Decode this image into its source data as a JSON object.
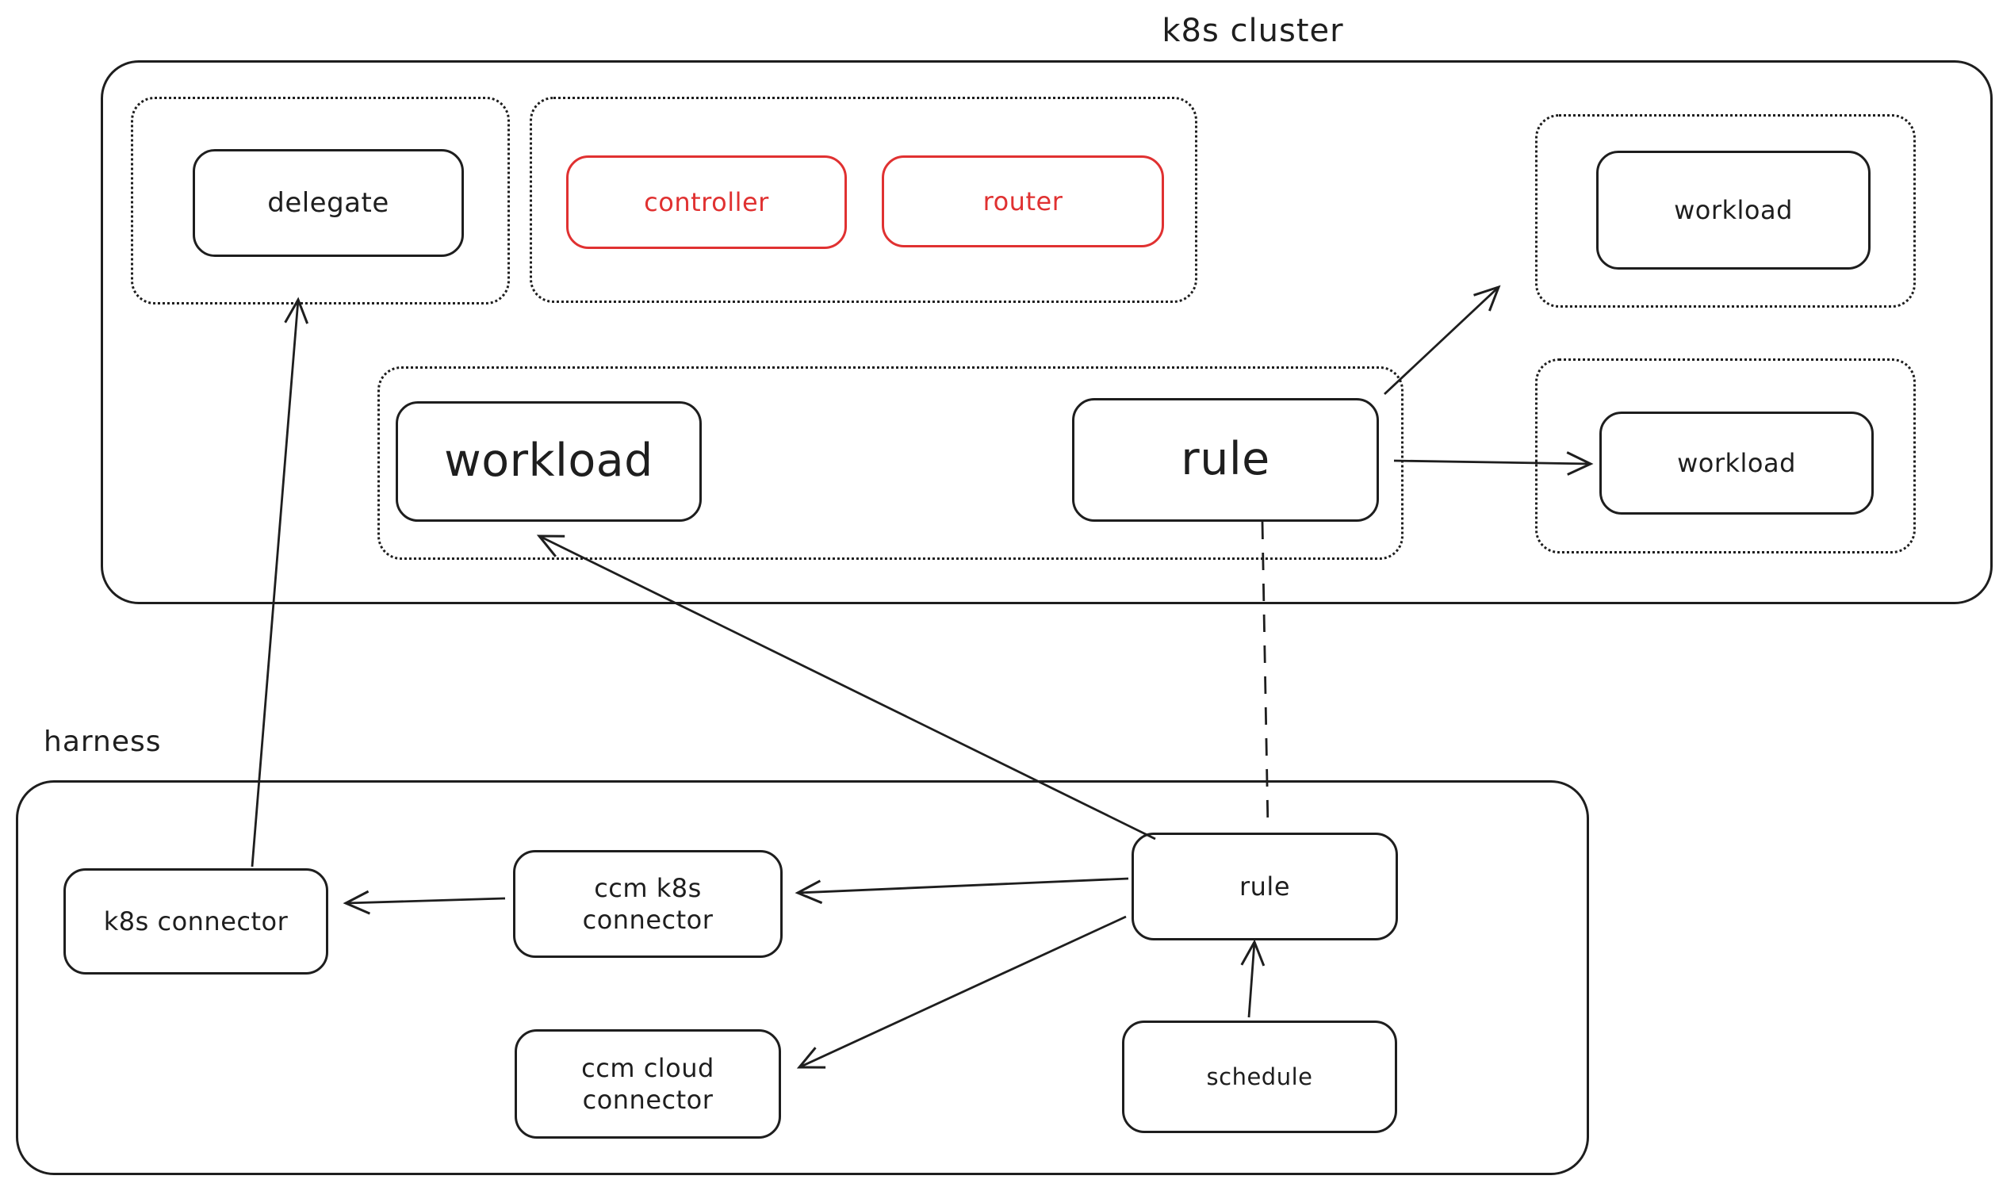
{
  "colors": {
    "stroke": "#1e1e1e",
    "accent_red": "#e03131",
    "background": "#ffffff"
  },
  "k8s_cluster": {
    "title": "k8s cluster",
    "delegate": "delegate",
    "controller": "controller",
    "router": "router",
    "workload_top": "workload",
    "workload_main": "workload",
    "rule": "rule",
    "workload_right": "workload"
  },
  "harness": {
    "title": "harness",
    "k8s_connector": "k8s connector",
    "ccm_k8s_connector": {
      "line1": "ccm k8s",
      "line2": "connector"
    },
    "ccm_cloud_connector": {
      "line1": "ccm cloud",
      "line2": "connector"
    },
    "rule": "rule",
    "schedule": "schedule"
  }
}
